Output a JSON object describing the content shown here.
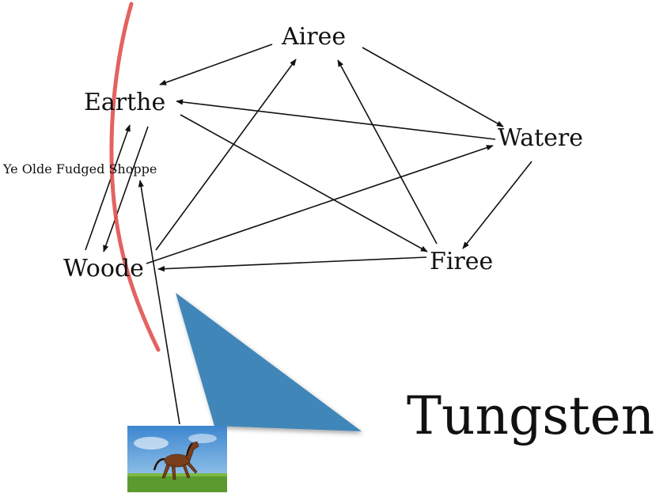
{
  "nodes": {
    "airee": "Airee",
    "earthe": "Earthe",
    "watere": "Watere",
    "firee": "Firee",
    "woode": "Woode",
    "shoppe": "Ye Olde Fudged Shoppe"
  },
  "title_word": "Tungsten",
  "colors": {
    "arrow": "#111111",
    "red_stroke": "#e0524f",
    "triangle": "#3f86b8",
    "sky": "#5fa0dc",
    "grass": "#5b9a2e",
    "horse": "#7a3e1c"
  },
  "icons": {
    "photo": "horse-photo",
    "shape": "triangle-shape",
    "stroke": "red-curve"
  }
}
